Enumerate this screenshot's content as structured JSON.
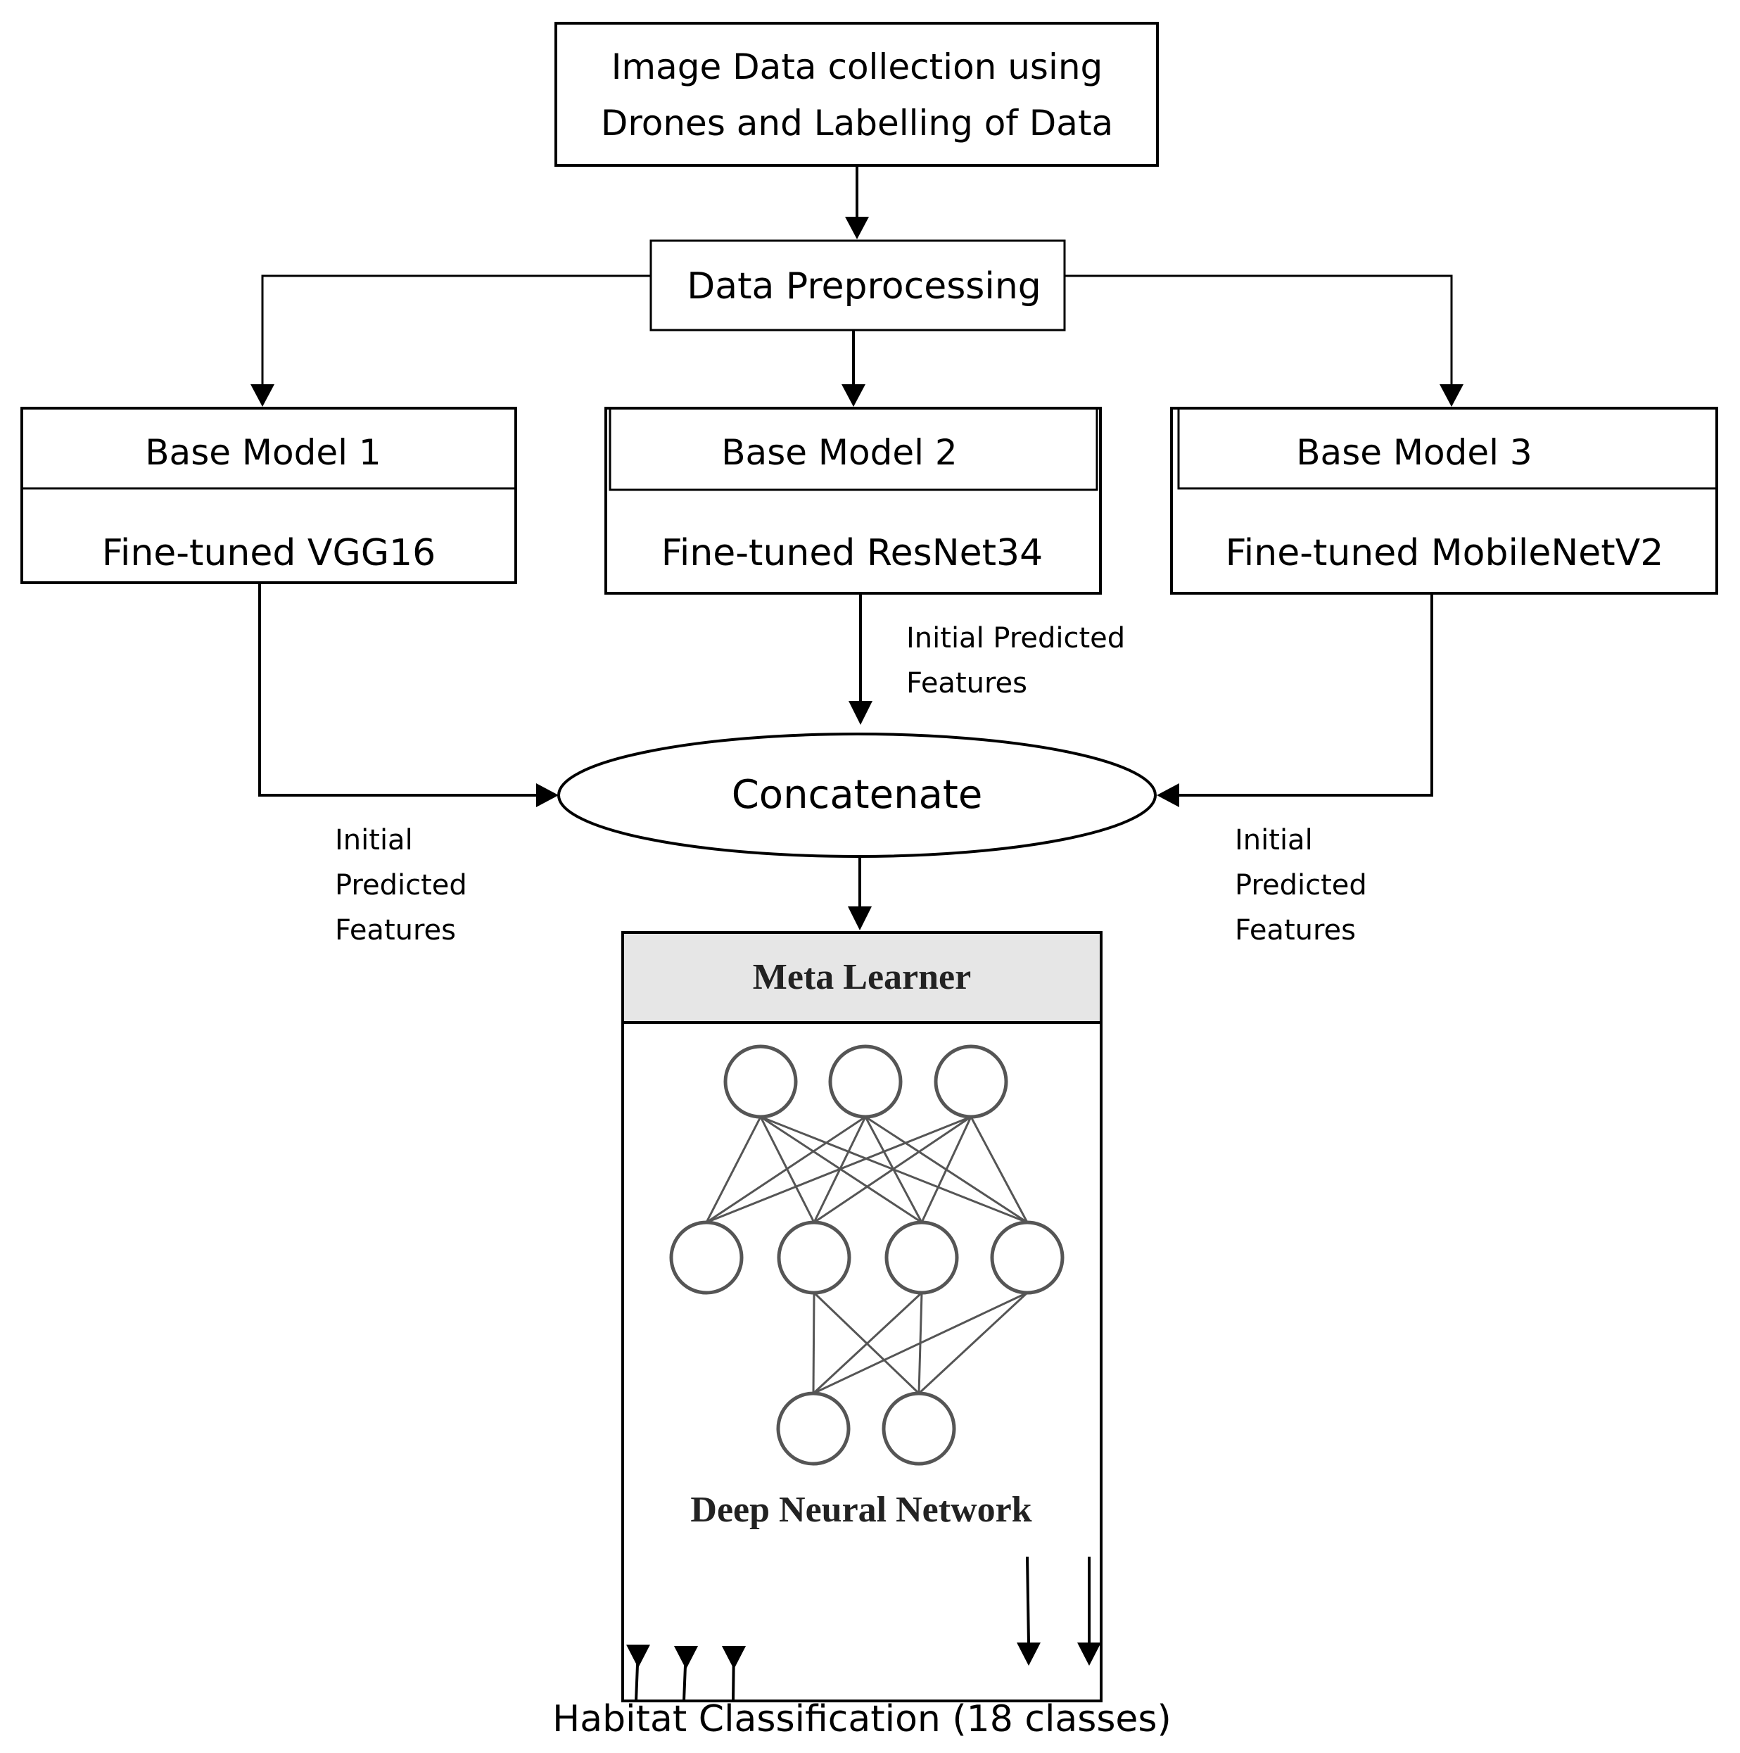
{
  "nodes": {
    "data_collection": {
      "line1": "Image Data collection using",
      "line2": "Drones and Labelling of Data"
    },
    "preprocessing": {
      "label": "Data Preprocessing"
    },
    "base_models": [
      {
        "title": "Base Model 1",
        "subtitle": "Fine-tuned VGG16"
      },
      {
        "title": "Base Model 2",
        "subtitle": "Fine-tuned ResNet34"
      },
      {
        "title": "Base Model 3",
        "subtitle": "Fine-tuned MobileNetV2"
      }
    ],
    "concatenate": {
      "label": "Concatenate"
    },
    "meta_learner": {
      "title": "Meta Learner",
      "caption": "Deep Neural Network"
    },
    "output": {
      "label": "Habitat Classification (18 classes)"
    }
  },
  "edge_labels": {
    "model2": {
      "line1": "Initial Predicted",
      "line2": "Features"
    },
    "model1": {
      "line1": "Initial",
      "line2": "Predicted",
      "line3": "Features"
    },
    "model3": {
      "line1": "Initial",
      "line2": "Predicted",
      "line3": "Features"
    }
  },
  "network": {
    "layers": [
      3,
      4,
      2
    ]
  },
  "colors": {
    "stroke": "#000000",
    "meta_header_fill": "#e6e6e6",
    "network_stroke": "#555555"
  }
}
